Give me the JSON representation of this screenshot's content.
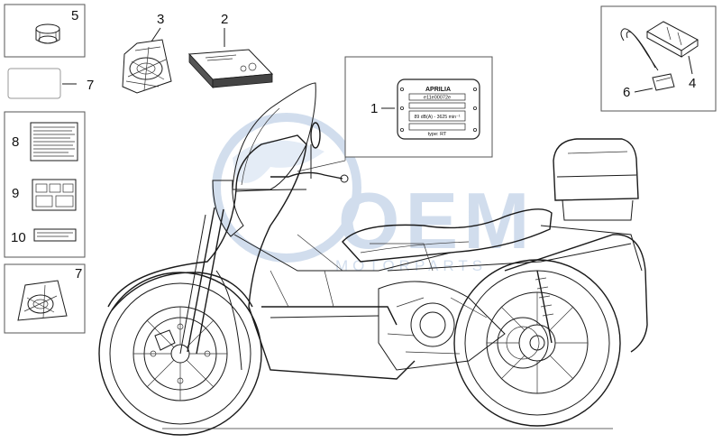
{
  "callouts": {
    "c1": "1",
    "c2": "2",
    "c3": "3",
    "c4": "4",
    "c5": "5",
    "c6": "6",
    "c7a": "7",
    "c7b": "7",
    "c8": "8",
    "c9": "9",
    "c10": "10"
  },
  "plate": {
    "brand": "APRILIA",
    "code": "e11e00072e",
    "noise": "89 dB(A) - 3625 min⁻¹",
    "type": "type: RT"
  },
  "watermark": {
    "logo": "OEM",
    "sub": "MOTORPARTS"
  },
  "colors": {
    "line": "#1a1a1a",
    "watermark": "#9bb6d8",
    "box_border": "#555555"
  }
}
